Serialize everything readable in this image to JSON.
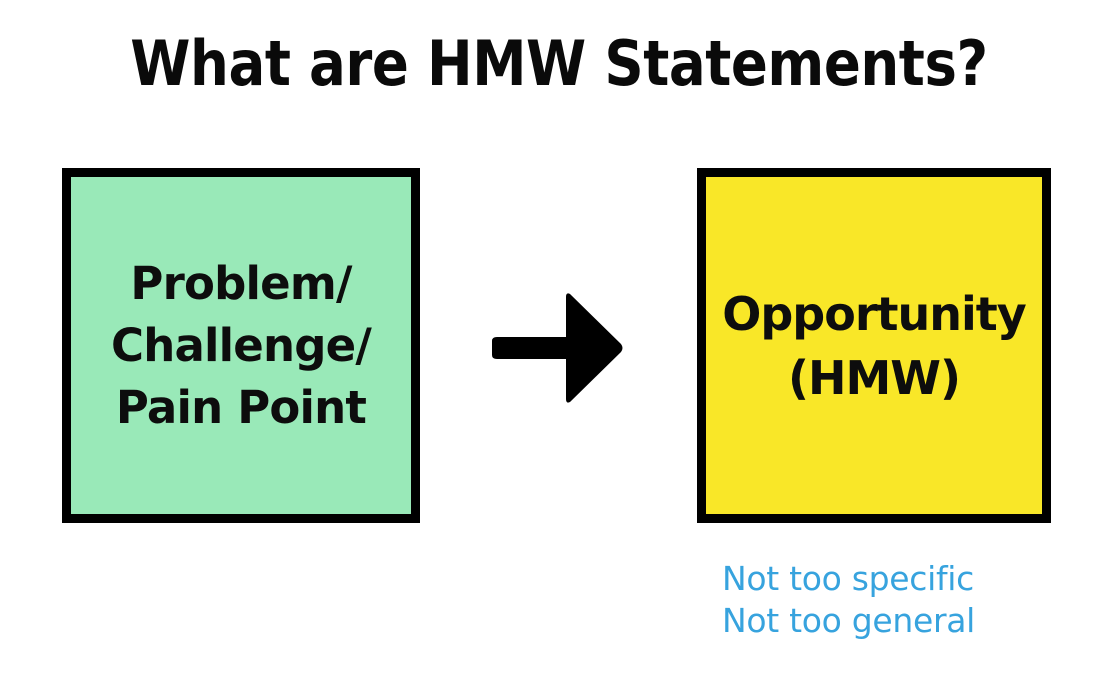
{
  "slide": {
    "background_color": "#ffffff",
    "title": "What are HMW Statements?"
  },
  "diagram": {
    "type": "two-box-flow",
    "arrow_icon": "right-arrow-icon",
    "arrow_color": "#000000",
    "boxes": [
      {
        "id": "problem",
        "label": "Problem/\nChallenge/\nPain Point",
        "lines": [
          "Problem/",
          "Challenge/",
          "Pain Point"
        ],
        "fill_color": "#99E9B8",
        "border_color": "#000000",
        "text_color": "#0d0d0d"
      },
      {
        "id": "opportunity",
        "label": "Opportunity\n(HMW)",
        "lines": [
          "Opportunity",
          "(HMW)"
        ],
        "fill_color": "#F9E728",
        "border_color": "#000000",
        "text_color": "#0d0d0d"
      }
    ]
  },
  "caption": {
    "color": "#37A3DE",
    "lines": [
      "Not too specific",
      "Not too general"
    ],
    "line1": "Not too specific",
    "line2": "Not too general"
  }
}
